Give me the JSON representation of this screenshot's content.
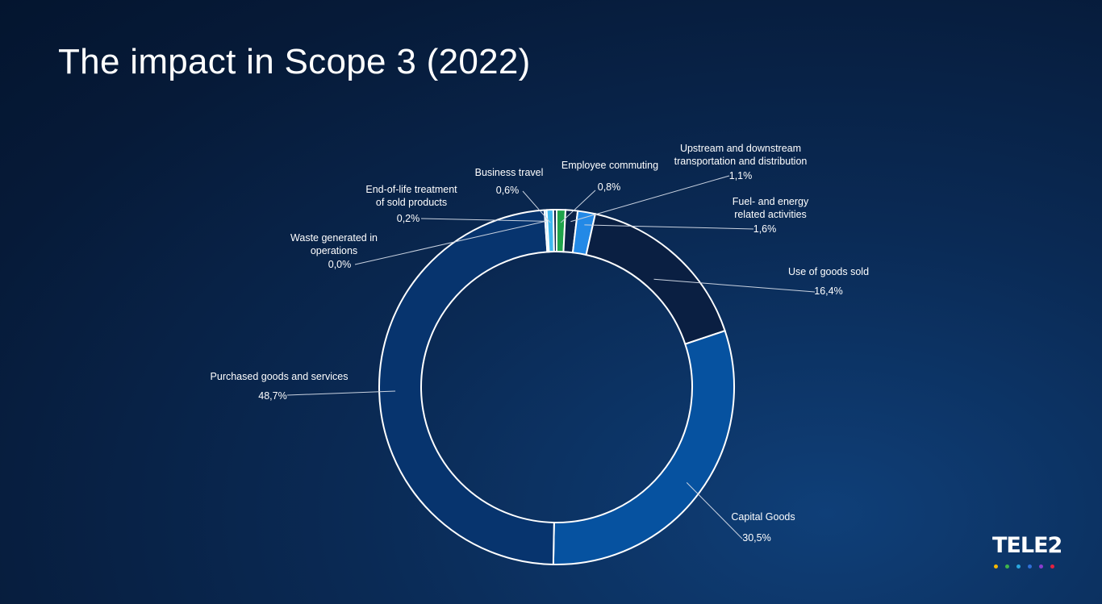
{
  "slide": {
    "title": "The impact in Scope 3 (2022)"
  },
  "brand": {
    "logo_text": "TELE2",
    "dot_colors": [
      "#f5b700",
      "#3fb54a",
      "#2aa8e0",
      "#2f6fd8",
      "#8a3ccf",
      "#e4203f"
    ]
  },
  "chart_data": {
    "type": "donut",
    "title": "The impact in Scope 3 (2022)",
    "unit": "%",
    "start_angle_deg": 0,
    "direction": "clockwise",
    "slices": [
      {
        "label": "Employee commuting",
        "value": 0.8,
        "display": "0,8%",
        "color": "#1fa34a"
      },
      {
        "label": "Upstream and downstream transportation and distribution",
        "label_lines": [
          "Upstream and downstream",
          "transportation and distribution"
        ],
        "value": 1.1,
        "display": "1,1%",
        "color": "#0b2248"
      },
      {
        "label": "Fuel- and energy related activities",
        "label_lines": [
          "Fuel- and energy",
          "related activities"
        ],
        "value": 1.6,
        "display": "1,6%",
        "color": "#2389e6"
      },
      {
        "label": "Use of goods sold",
        "value": 16.4,
        "display": "16,4%",
        "color": "#0a1f42"
      },
      {
        "label": "Capital Goods",
        "value": 30.5,
        "display": "30,5%",
        "color": "#0652a0"
      },
      {
        "label": "Purchased goods and services",
        "value": 48.7,
        "display": "48,7%",
        "color": "#07346e"
      },
      {
        "label": "Waste generated in operations",
        "label_lines": [
          "Waste generated in",
          "operations"
        ],
        "value": 0.0,
        "display": "0,0%",
        "color": "#5ec4f0"
      },
      {
        "label": "End-of-life treatment of sold products",
        "label_lines": [
          "End-of-life treatment",
          "of sold products"
        ],
        "value": 0.2,
        "display": "0,2%",
        "color": "#8fd7f7"
      },
      {
        "label": "Business travel",
        "value": 0.6,
        "display": "0,6%",
        "color": "#3fb8ee"
      },
      {
        "label": "",
        "value": 0.3,
        "display": "",
        "color": "#0b2248"
      }
    ]
  }
}
